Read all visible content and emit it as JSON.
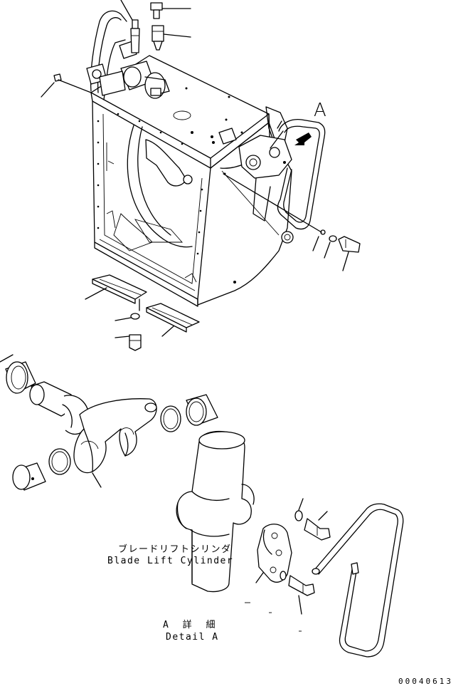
{
  "detail_reference": {
    "letter": "A"
  },
  "component_labels": {
    "cylinder_jp": "ブレードリフトシリンダ",
    "cylinder_en": "Blade Lift Cylinder"
  },
  "detail_view": {
    "label_jp": "A 詳 細",
    "label_en": "Detail A"
  },
  "drawing_number": "00040613"
}
